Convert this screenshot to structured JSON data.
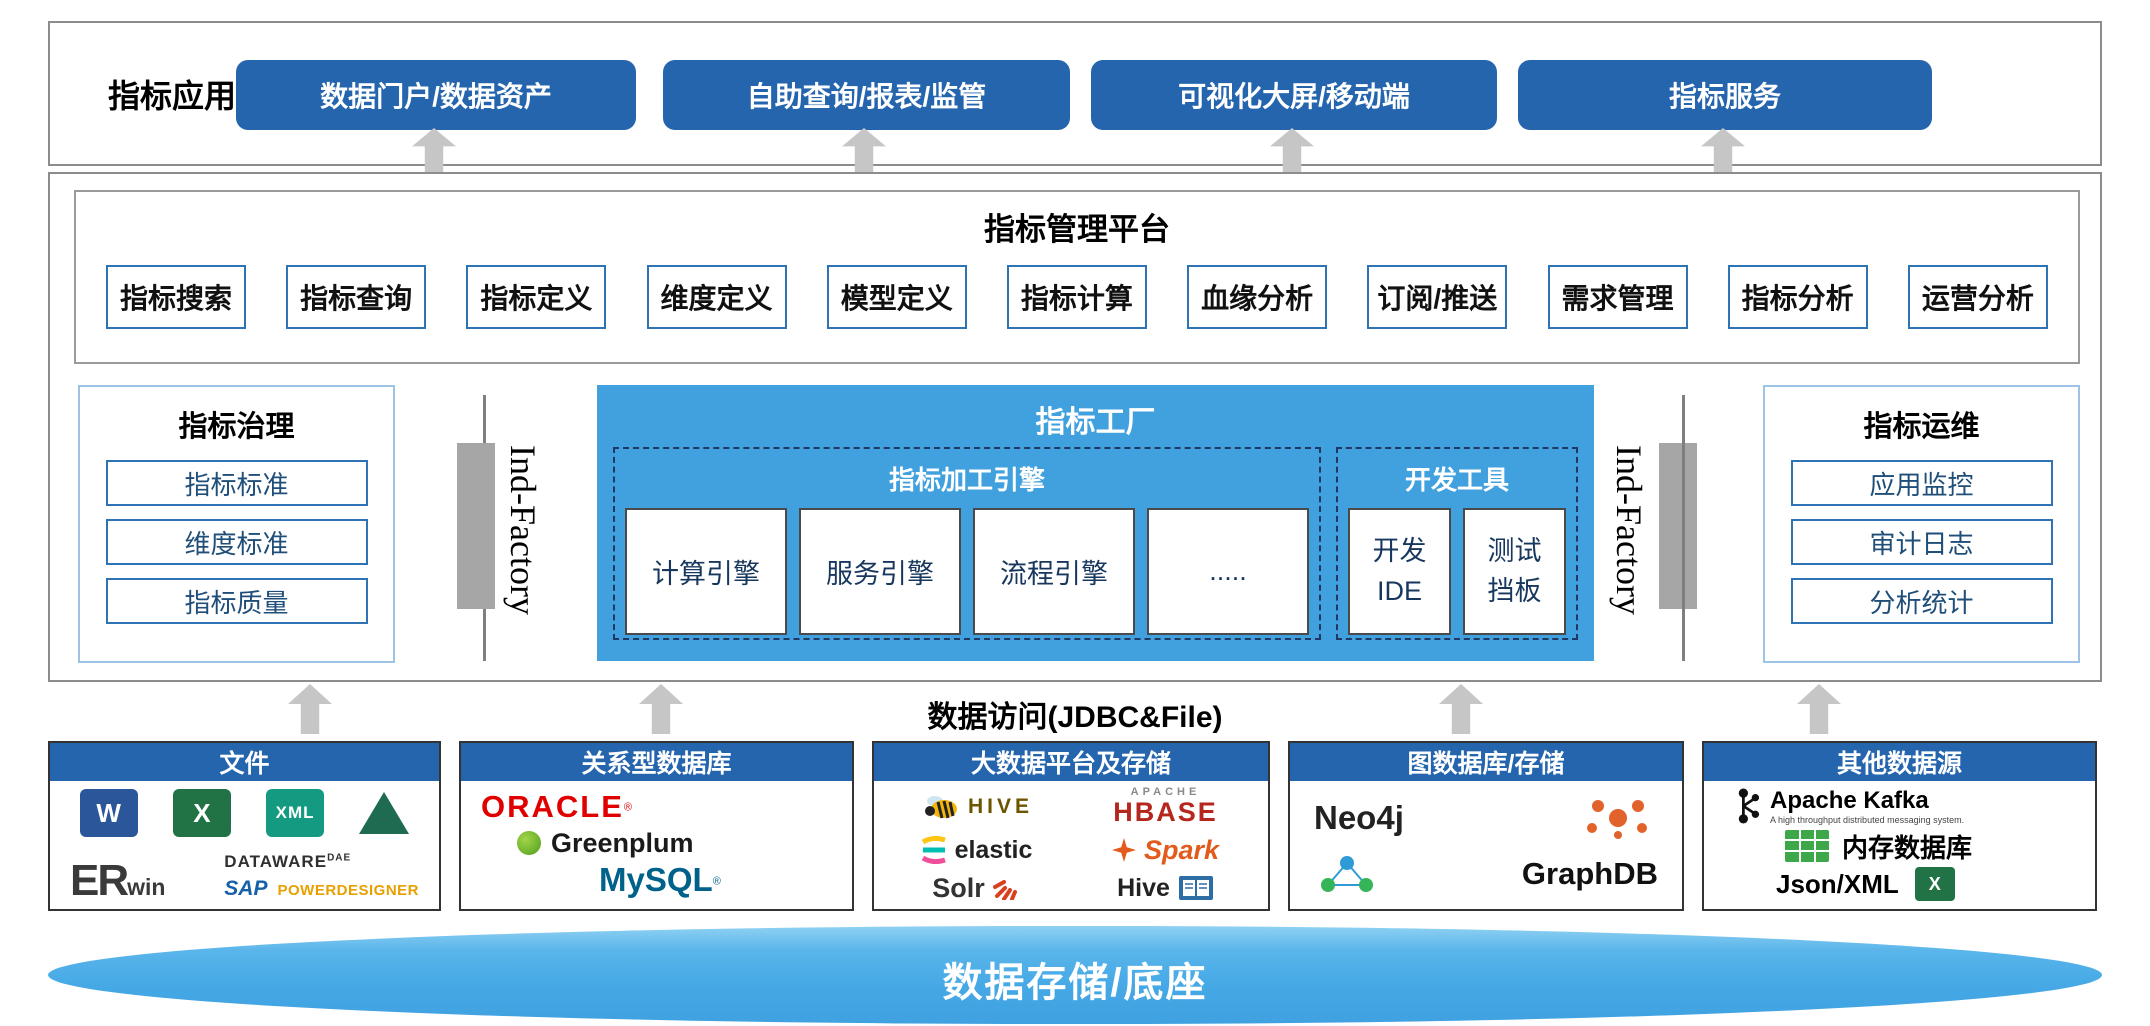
{
  "app_row": {
    "label": "指标应用",
    "buttons": [
      "数据门户/数据资产",
      "自助查询/报表/监管",
      "可视化大屏/移动端",
      "指标服务"
    ]
  },
  "platform": {
    "title": "指标管理平台",
    "features": [
      "指标搜索",
      "指标查询",
      "指标定义",
      "维度定义",
      "模型定义",
      "指标计算",
      "血缘分析",
      "订阅/推送",
      "需求管理",
      "指标分析",
      "运营分析"
    ]
  },
  "governance": {
    "title": "指标治理",
    "items": [
      "指标标准",
      "维度标准",
      "指标质量"
    ]
  },
  "factory": {
    "title": "指标工厂",
    "left_label": "Ind-Factory",
    "right_label": "Ind-Factory",
    "engines": {
      "title": "指标加工引擎",
      "items": [
        "计算引擎",
        "服务引擎",
        "流程引擎",
        "....."
      ]
    },
    "devtools": {
      "title": "开发工具",
      "items": [
        {
          "l1": "开发",
          "l2": "IDE"
        },
        {
          "l1": "测试",
          "l2": "挡板"
        }
      ]
    }
  },
  "ops": {
    "title": "指标运维",
    "items": [
      "应用监控",
      "审计日志",
      "分析统计"
    ]
  },
  "access": {
    "label": "数据访问(JDBC&File)"
  },
  "sources": {
    "files": {
      "title": "文件",
      "word": "W",
      "excel": "X",
      "xml": "XML",
      "erwin_big": "ER",
      "erwin_small": "win",
      "dataware": "DATAWARE",
      "dataware_sup": "DAE",
      "sap": "SAP",
      "powerdesigner": "POWERDESIGNER"
    },
    "rdbms": {
      "title": "关系型数据库",
      "oracle": "ORACLE",
      "oracle_reg": "®",
      "greenplum": "Greenplum",
      "mysql": "MySQL",
      "mysql_reg": "®"
    },
    "bigdata": {
      "title": "大数据平台及存储",
      "hive_upper": "HIVE",
      "apache": "APACHE",
      "hbase": "HBASE",
      "elastic": "elastic",
      "spark": "Spark",
      "solr": "Solr",
      "hive": "Hive"
    },
    "graph": {
      "title": "图数据库/存储",
      "neo4j": "Neo4j",
      "graphdb": "GraphDB"
    },
    "other": {
      "title": "其他数据源",
      "kafka": "Apache Kafka",
      "kafka_sub": "A high throughput distributed messaging system.",
      "memdb": "内存数据库",
      "jsonxml": "Json/XML",
      "excel": "X"
    }
  },
  "base": {
    "label": "数据存储/底座"
  },
  "colors": {
    "accent_blue": "#2565AE",
    "factory_blue": "#41A1DE",
    "base_blue": "#46A9E6",
    "arrow_gray": "#C6C6C6"
  }
}
